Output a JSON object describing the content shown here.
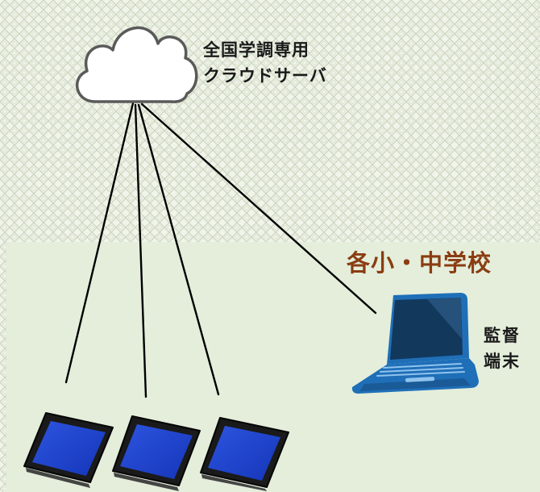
{
  "cloud_server": {
    "icon": "cloud-icon",
    "label_line1": "全国学調専用",
    "label_line2": "クラウドサーバ"
  },
  "school": {
    "label": "各小・中学校",
    "label_color": "#8a3d12",
    "background_color": "#e4eedb"
  },
  "monitor_terminal": {
    "icon": "laptop-icon",
    "label_line1": "監督",
    "label_line2": "端末"
  },
  "student_tablets": {
    "icon": "tablet-icon",
    "count": 3
  }
}
